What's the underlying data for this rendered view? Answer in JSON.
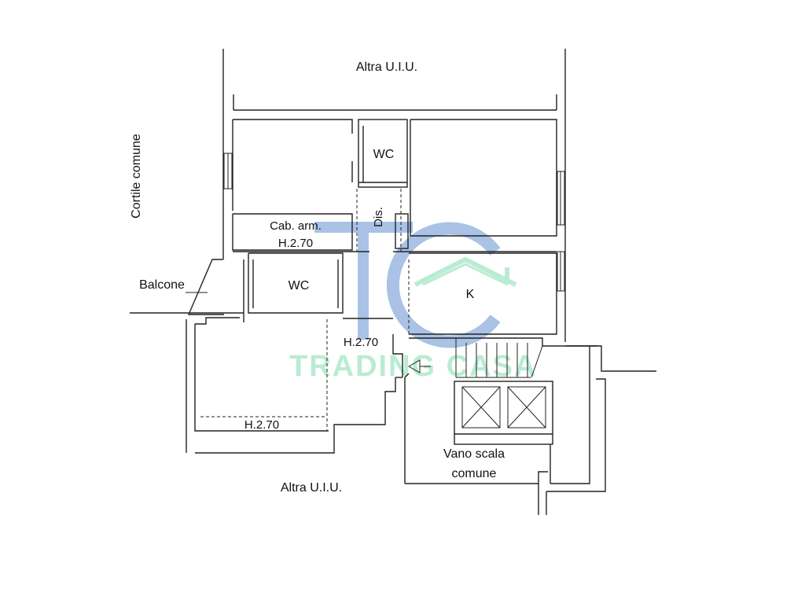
{
  "labels": {
    "top_unit": "Altra U.I.U.",
    "bottom_unit": "Altra U.I.U.",
    "courtyard": "Cortile comune",
    "wc_top": "WC",
    "wc_bottom": "WC",
    "cabinet": "Cab. arm.",
    "cabinet_height": "H.2.70",
    "corridor": "Dis.",
    "balcony": "Balcone",
    "kitchen": "K",
    "corridor_height": "H.2.70",
    "room_height": "H.2.70",
    "stair_line1": "Vano scala",
    "stair_line2": "comune"
  },
  "watermark": {
    "text": "TRADING CASA",
    "logo": "TC",
    "color_blue": "#a9c2e6",
    "color_green": "#b9ecd2"
  },
  "colors": {
    "line": "#222222",
    "background": "#ffffff"
  }
}
